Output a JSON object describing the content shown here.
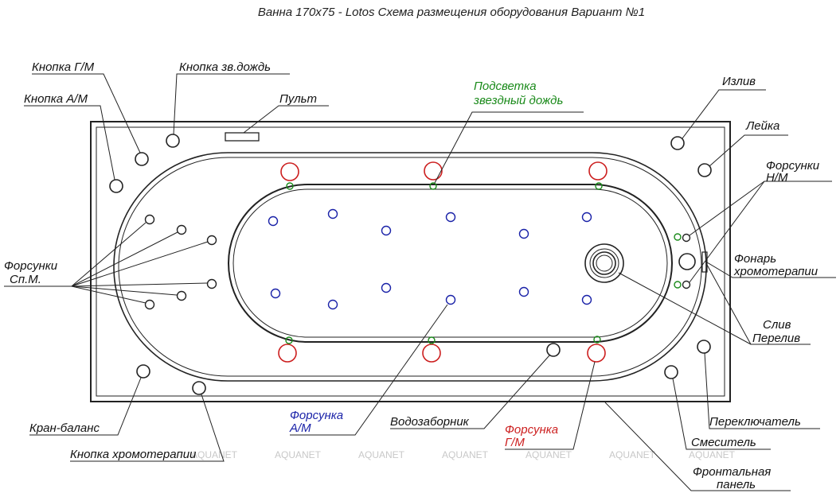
{
  "title": "Ванна 170x75 - Lotos Схема размещения оборудования Вариант №1",
  "colors": {
    "outline": "#222222",
    "text": "#111111",
    "red": "#cc1e1e",
    "green": "#1a8a1a",
    "blue": "#1a22a8",
    "watermark": "#c8c8c8"
  },
  "labels": {
    "knopka_gm": "Кнопка Г/М",
    "knopka_am": "Кнопка А/М",
    "knopka_zv_dozhd": "Кнопка зв.дождь",
    "pult": "Пульт",
    "podsvetka_1": "Подсветка",
    "podsvetka_2": "звездный дождь",
    "izliv": "Излив",
    "leika": "Лейка",
    "forsunki_nm_1": "Форсунки",
    "forsunki_nm_2": "Н/М",
    "fonar_1": "Фонарь",
    "fonar_2": "хромотерапии",
    "sliv": "Слив",
    "pereliv": "Перелив",
    "forsunki_spm_1": "Форсунки",
    "forsunki_spm_2": "Сп.М.",
    "kran_balans": "Кран-баланс",
    "knopka_hromo": "Кнопка хромотерапии",
    "forsunka_am_1": "Форсунка",
    "forsunka_am_2": "А/М",
    "vodozabornik": "Водозаборник",
    "forsunka_gm_1": "Форсунка",
    "forsunka_gm_2": "Г/М",
    "pereklyuchatel": "Переключатель",
    "smesitel": "Смеситель",
    "frontal_1": "Фронтальная",
    "frontal_2": "панель"
  },
  "watermark": "AQUANET"
}
